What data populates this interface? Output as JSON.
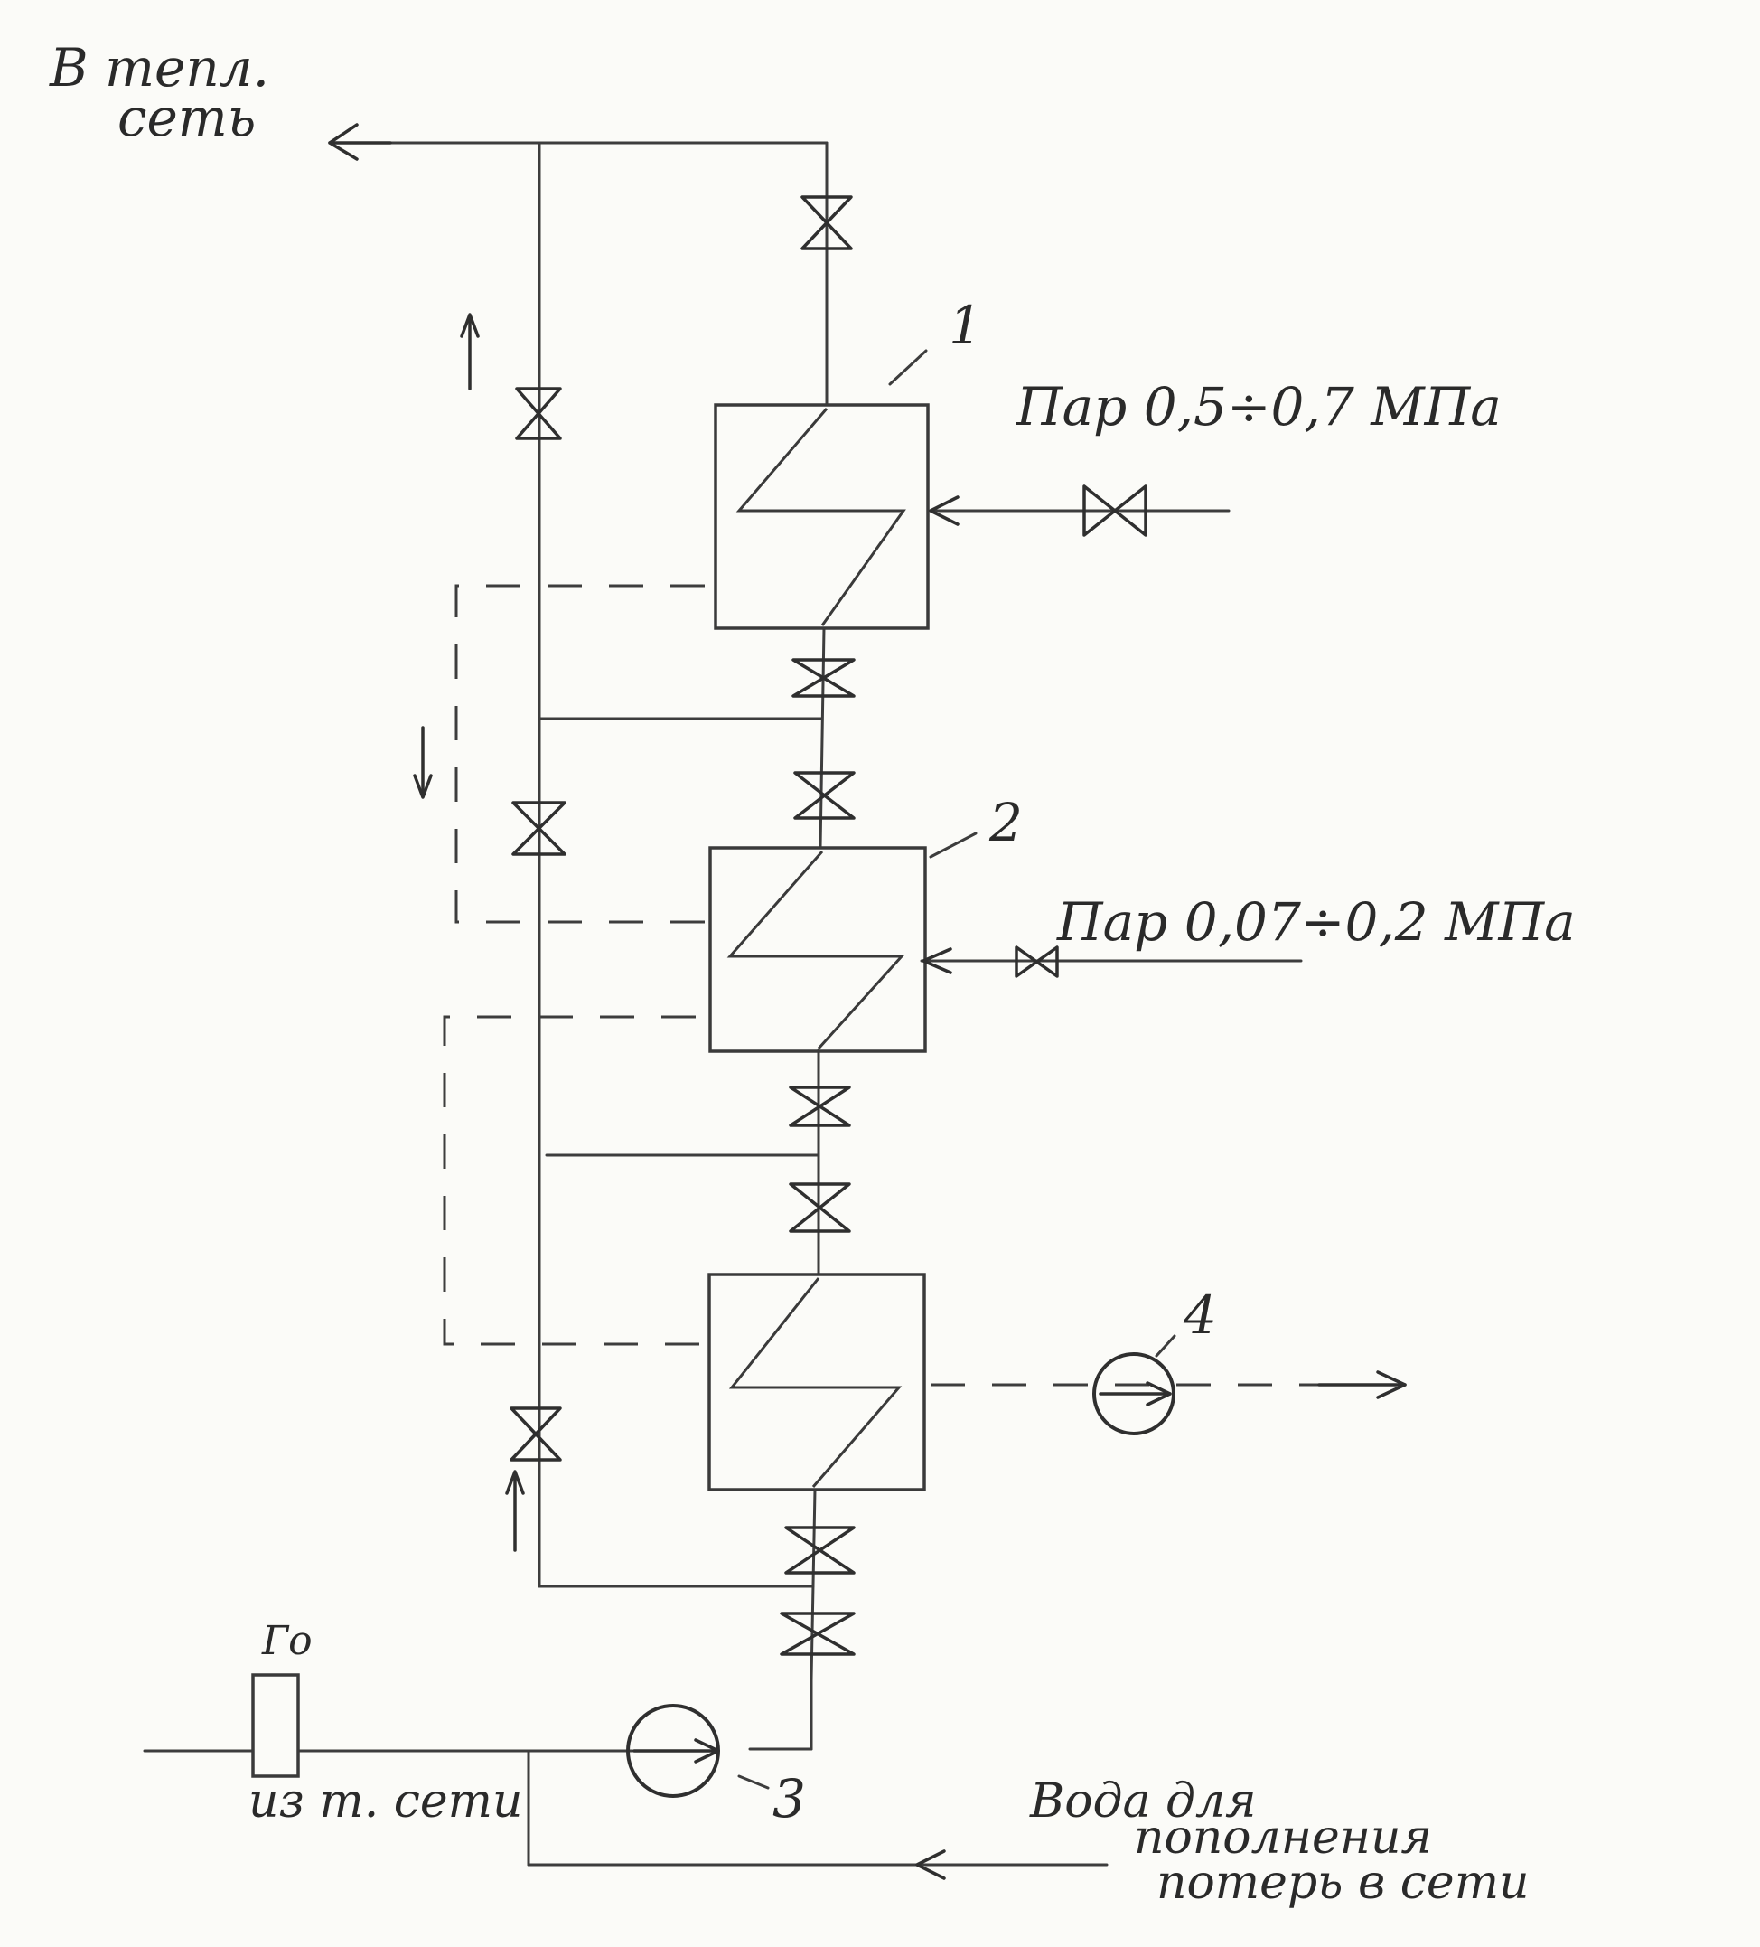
{
  "labels": {
    "outlet_line1": "В тепл.",
    "outlet_line2": "сеть",
    "heater1_num": "1",
    "heater2_num": "2",
    "pump_drain_num": "4",
    "pump_main_num": "3",
    "meter_label": "Го",
    "steam1": "Пар   0,5÷0,7 МПа",
    "steam2": "Пар   0,07÷0,2 МПа",
    "inlet": "из т. сети",
    "makeup_line1": "Вода для",
    "makeup_line2": "пополнения",
    "makeup_line3": "потерь в сети"
  }
}
